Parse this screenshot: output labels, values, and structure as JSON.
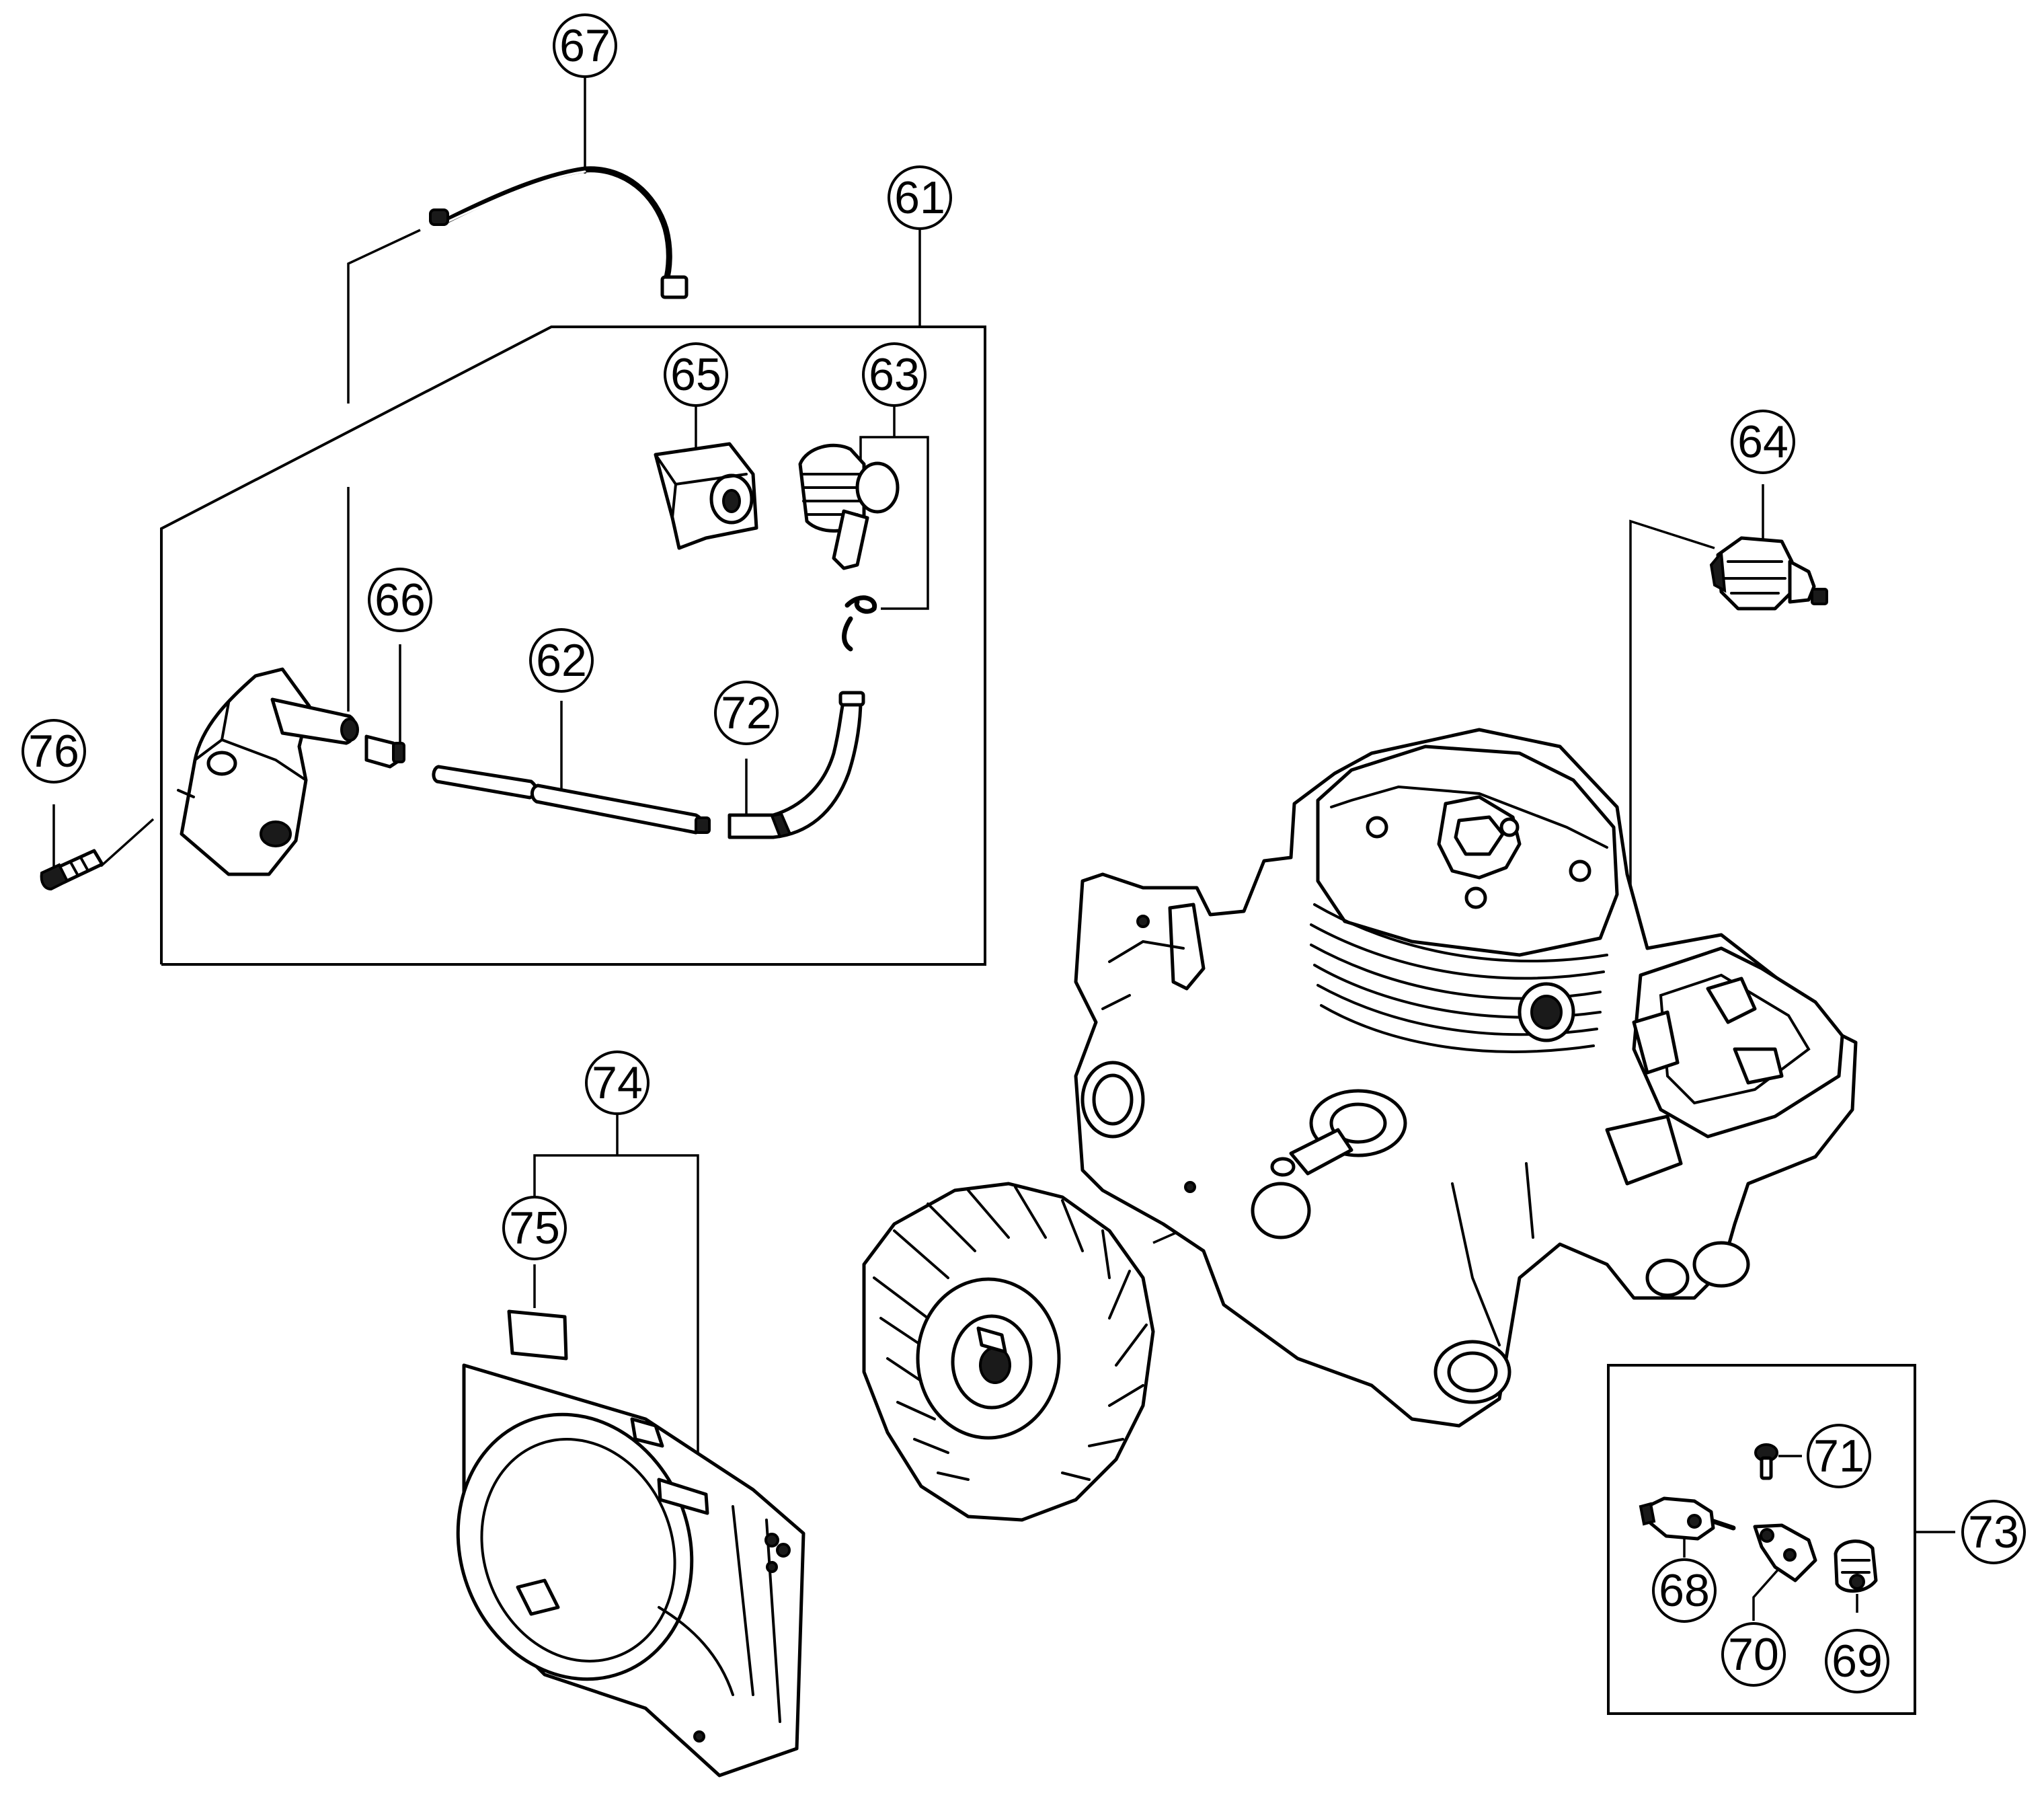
{
  "diagram": {
    "callouts": [
      {
        "id": "61",
        "label": "61"
      },
      {
        "id": "62",
        "label": "62"
      },
      {
        "id": "63",
        "label": "63"
      },
      {
        "id": "64",
        "label": "64"
      },
      {
        "id": "65",
        "label": "65"
      },
      {
        "id": "66",
        "label": "66"
      },
      {
        "id": "67",
        "label": "67"
      },
      {
        "id": "68",
        "label": "68"
      },
      {
        "id": "69",
        "label": "69"
      },
      {
        "id": "70",
        "label": "70"
      },
      {
        "id": "71",
        "label": "71"
      },
      {
        "id": "72",
        "label": "72"
      },
      {
        "id": "73",
        "label": "73"
      },
      {
        "id": "74",
        "label": "74"
      },
      {
        "id": "75",
        "label": "75"
      },
      {
        "id": "76",
        "label": "76"
      }
    ]
  }
}
